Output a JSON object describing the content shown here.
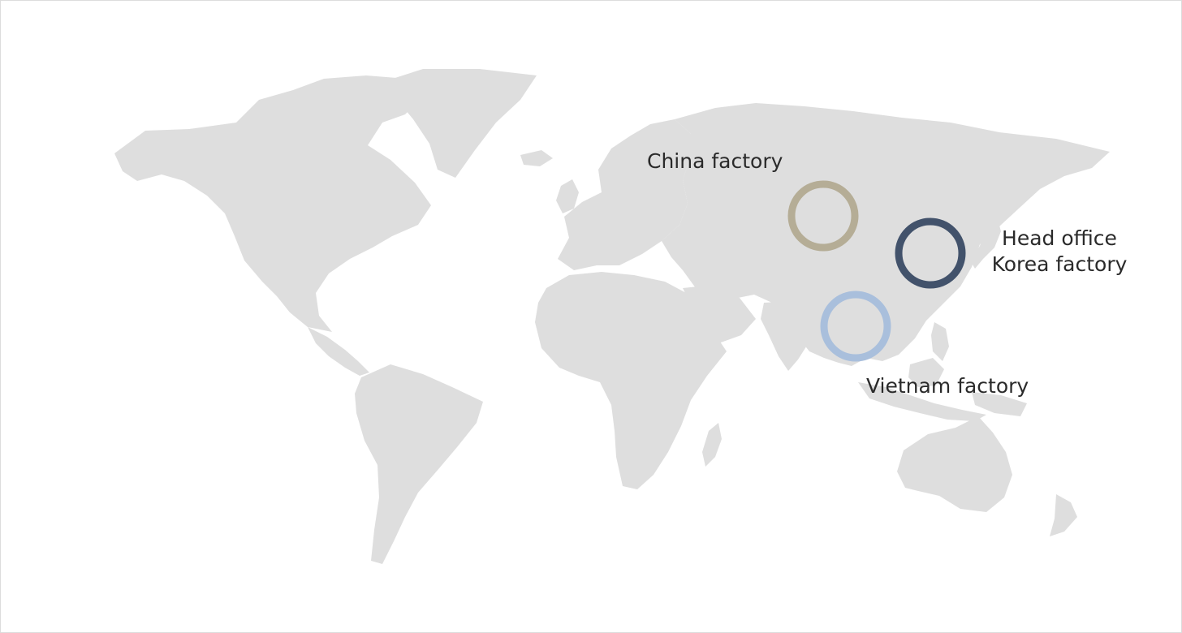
{
  "map": {
    "land_color": "#dedede",
    "background_color": "#ffffff"
  },
  "markers": {
    "china": {
      "label": "China factory",
      "color": "#b5ad96"
    },
    "head": {
      "line1": "Head office",
      "line2": "Korea factory",
      "color": "#42526b"
    },
    "vietnam": {
      "label": "Vietnam factory",
      "color": "#a9bfdc"
    }
  }
}
